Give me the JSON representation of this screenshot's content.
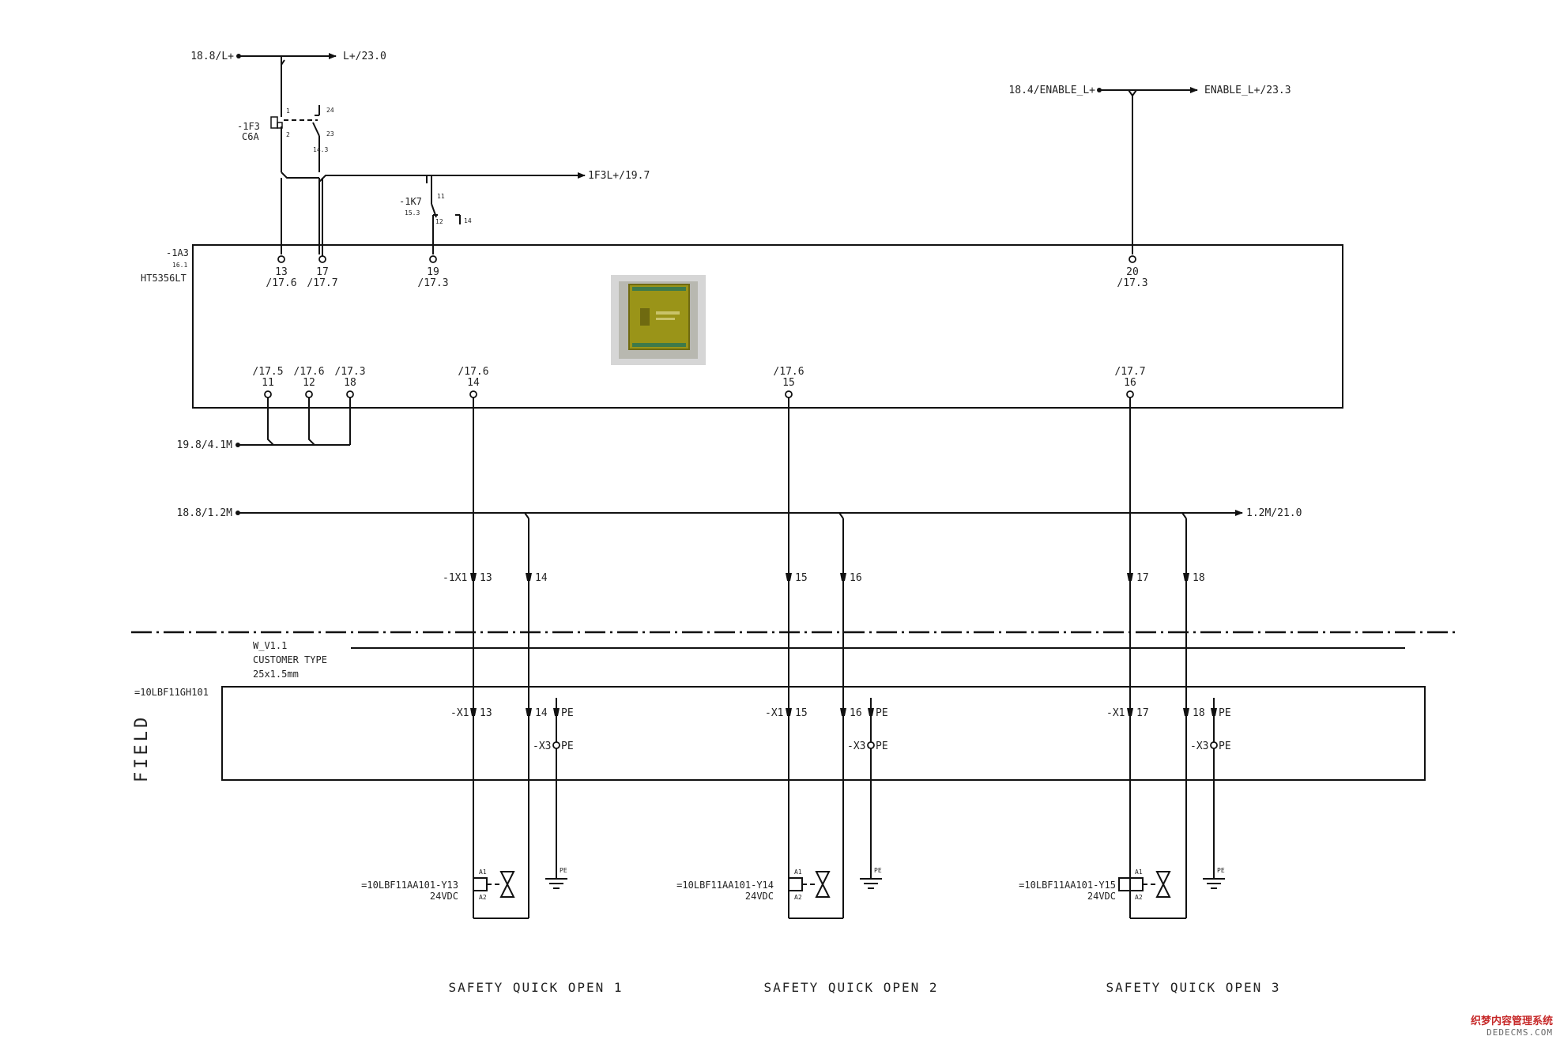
{
  "top_signals": {
    "l_plus_in": "18.8/L+",
    "l_plus_out": "L+/23.0",
    "enable_in": "18.4/ENABLE_L+",
    "enable_out": "ENABLE_L+/23.3",
    "f3_out": "1F3L+/19.7"
  },
  "f3": {
    "name": "-1F3",
    "rating": "C6A",
    "pin1": "1",
    "pin2": "2",
    "pin24": "24",
    "pin23": "23",
    "ref": "14.3"
  },
  "k7": {
    "name": "-1K7",
    "ref": "15.3",
    "pin11": "11",
    "pin12": "12",
    "pin14": "14"
  },
  "module": {
    "name": "-1A3",
    "ref": "16.1",
    "type": "HT5356LT",
    "top_pins": [
      {
        "num": "13",
        "ref": "/17.6"
      },
      {
        "num": "17",
        "ref": "/17.7"
      },
      {
        "num": "19",
        "ref": "/17.3"
      },
      {
        "num": "20",
        "ref": "/17.3"
      }
    ],
    "bottom_pins": [
      {
        "num": "11",
        "ref": "/17.5"
      },
      {
        "num": "12",
        "ref": "/17.6"
      },
      {
        "num": "18",
        "ref": "/17.3"
      },
      {
        "num": "14",
        "ref": "/17.6"
      },
      {
        "num": "15",
        "ref": "/17.6"
      },
      {
        "num": "16",
        "ref": "/17.7"
      }
    ]
  },
  "m_supply": {
    "in1": "19.8/4.1M",
    "in2": "18.8/1.2M",
    "out": "1.2M/21.0"
  },
  "x1_terminals": {
    "prefix": "-1X1",
    "labels": [
      "13",
      "14",
      "15",
      "16",
      "17",
      "18"
    ]
  },
  "cable": {
    "name": "W_V1.1",
    "type": "CUSTOMER TYPE",
    "spec": "25x1.5mm"
  },
  "field_box": {
    "name": "=10LBF11GH101",
    "side_label": "FIELD"
  },
  "field_terminals": {
    "x1_prefix": "-X1",
    "x3_prefix": "-X3",
    "pe": "PE"
  },
  "valves": [
    {
      "name": "=10LBF11AA101-Y13",
      "voltage": "24VDC",
      "a1": "A1",
      "a2": "A2",
      "pe": "PE",
      "t1": "13",
      "t2": "14",
      "title": "SAFETY QUICK OPEN 1"
    },
    {
      "name": "=10LBF11AA101-Y14",
      "voltage": "24VDC",
      "a1": "A1",
      "a2": "A2",
      "pe": "PE",
      "t1": "15",
      "t2": "16",
      "title": "SAFETY QUICK OPEN 2"
    },
    {
      "name": "=10LBF11AA101-Y15",
      "voltage": "24VDC",
      "a1": "A1",
      "a2": "A2",
      "pe": "PE",
      "t1": "17",
      "t2": "18",
      "title": "SAFETY QUICK OPEN 3"
    }
  ],
  "watermark": {
    "line1": "织梦内容管理系统",
    "line2": "DEDECMS.COM"
  },
  "colors": {
    "ink": "#111111",
    "pcb_green": "#9a9a1a",
    "pcb_bg": "#d8d8d8",
    "watermark_red": "#c62828"
  }
}
